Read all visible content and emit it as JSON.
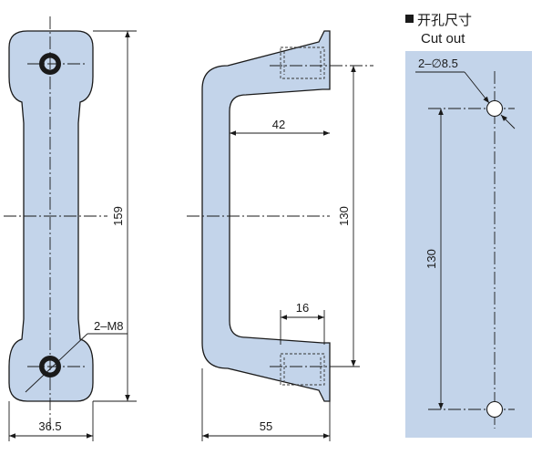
{
  "front_view": {
    "height_dim": "159",
    "width_dim": "36.5",
    "thread_callout": "2–M8"
  },
  "side_view": {
    "inner_depth_dim": "42",
    "hole_span_dim": "130",
    "boss_dim": "16",
    "overall_depth_dim": "55"
  },
  "cutout": {
    "title_cn": "开孔尺寸",
    "title_en": "Cut out",
    "hole_callout": "2–∅8.5",
    "hole_span_dim": "130"
  },
  "colors": {
    "part_fill": "#c3d4ea",
    "cutout_panel": "#c3d4ea",
    "line": "#1a1a1a"
  }
}
